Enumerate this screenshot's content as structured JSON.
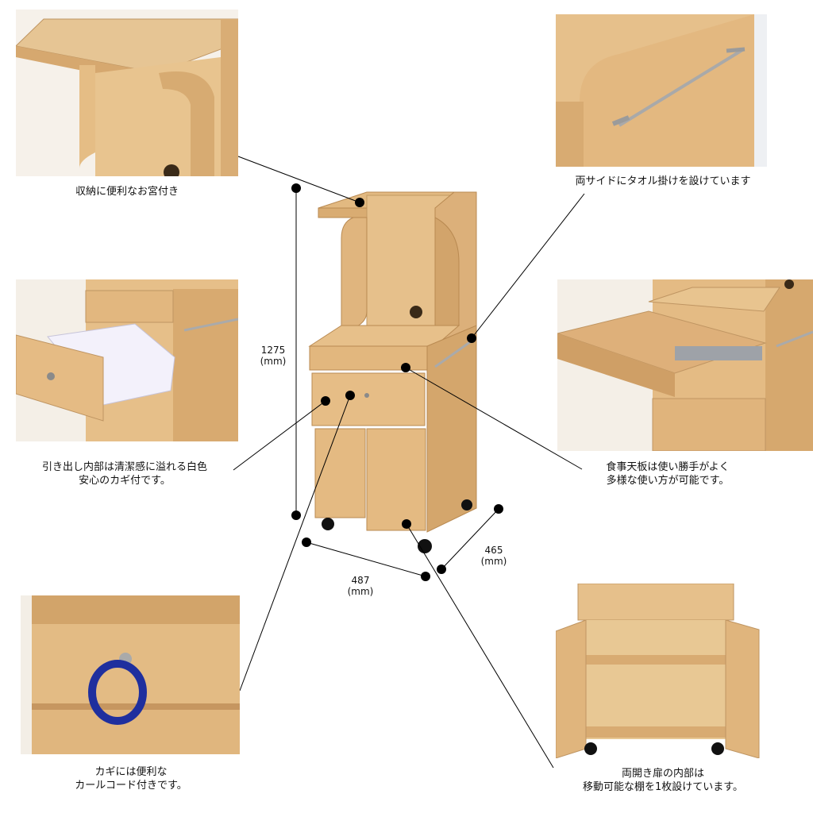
{
  "captions": {
    "top_left": "収納に便利なお宮付き",
    "top_right": "両サイドにタオル掛けを設けています",
    "mid_left_line1": "引き出し内部は清潔感に溢れる白色",
    "mid_left_line2": "安心のカギ付です。",
    "mid_right_line1": "食事天板は使い勝手がよく",
    "mid_right_line2": "多様な使い方が可能です。",
    "bottom_left_line1": "カギには便利な",
    "bottom_left_line2": "カールコード付きです。",
    "bottom_right_line1": "両開き扉の内部は",
    "bottom_right_line2": "移動可能な棚を1枚設けています。"
  },
  "dimensions": {
    "height_value": "1275",
    "height_unit": "(mm)",
    "width_value": "487",
    "width_unit": "(mm)",
    "depth_value": "465",
    "depth_unit": "(mm)"
  },
  "colors": {
    "wood_light": "#e8c694",
    "wood_mid": "#d9ac72",
    "wood_dark": "#b98a52",
    "white_drawer": "#f4f2fb",
    "coil_blue": "#1f2f9e",
    "leader_line": "#000000"
  }
}
